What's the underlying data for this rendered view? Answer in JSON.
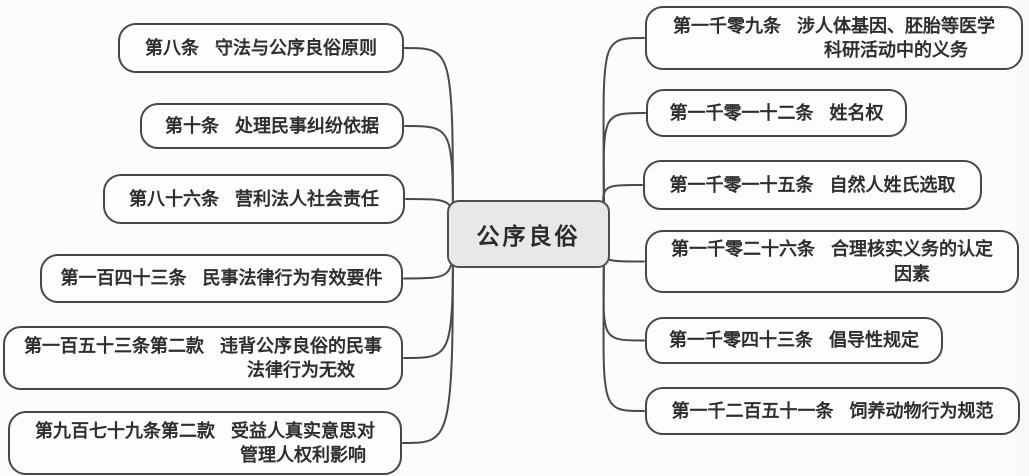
{
  "diagram": {
    "type": "mindmap",
    "central_topic": "公序良俗",
    "left_nodes": [
      {
        "article": "第八条",
        "description": "守法与公序良俗原则"
      },
      {
        "article": "第十条",
        "description": "处理民事纠纷依据"
      },
      {
        "article": "第八十六条",
        "description": "营利法人社会责任"
      },
      {
        "article": "第一百四十三条",
        "description": "民事法律行为有效要件"
      },
      {
        "article": "第一百五十三条第二款",
        "description": "违背公序良俗的民事\n法律行为无效"
      },
      {
        "article": "第九百七十九条第二款",
        "description": "受益人真实意思对\n管理人权利影响"
      }
    ],
    "right_nodes": [
      {
        "article": "第一千零九条",
        "description": "涉人体基因、胚胎等医学\n科研活动中的义务"
      },
      {
        "article": "第一千零一十二条",
        "description": "姓名权"
      },
      {
        "article": "第一千零一十五条",
        "description": "自然人姓氏选取"
      },
      {
        "article": "第一千零二十六条",
        "description": "合理核实义务的认定\n因素"
      },
      {
        "article": "第一千零四十三条",
        "description": "倡导性规定"
      },
      {
        "article": "第一千二百五十一条",
        "description": "饲养动物行为规范"
      }
    ],
    "colors": {
      "background": "#fcfcfc",
      "node_fill": "#fdfdfd",
      "node_border": "#474747",
      "hub_fill": "#e8e8e8",
      "text": "#2e2e2e",
      "connector": "#4a4a4a"
    }
  }
}
